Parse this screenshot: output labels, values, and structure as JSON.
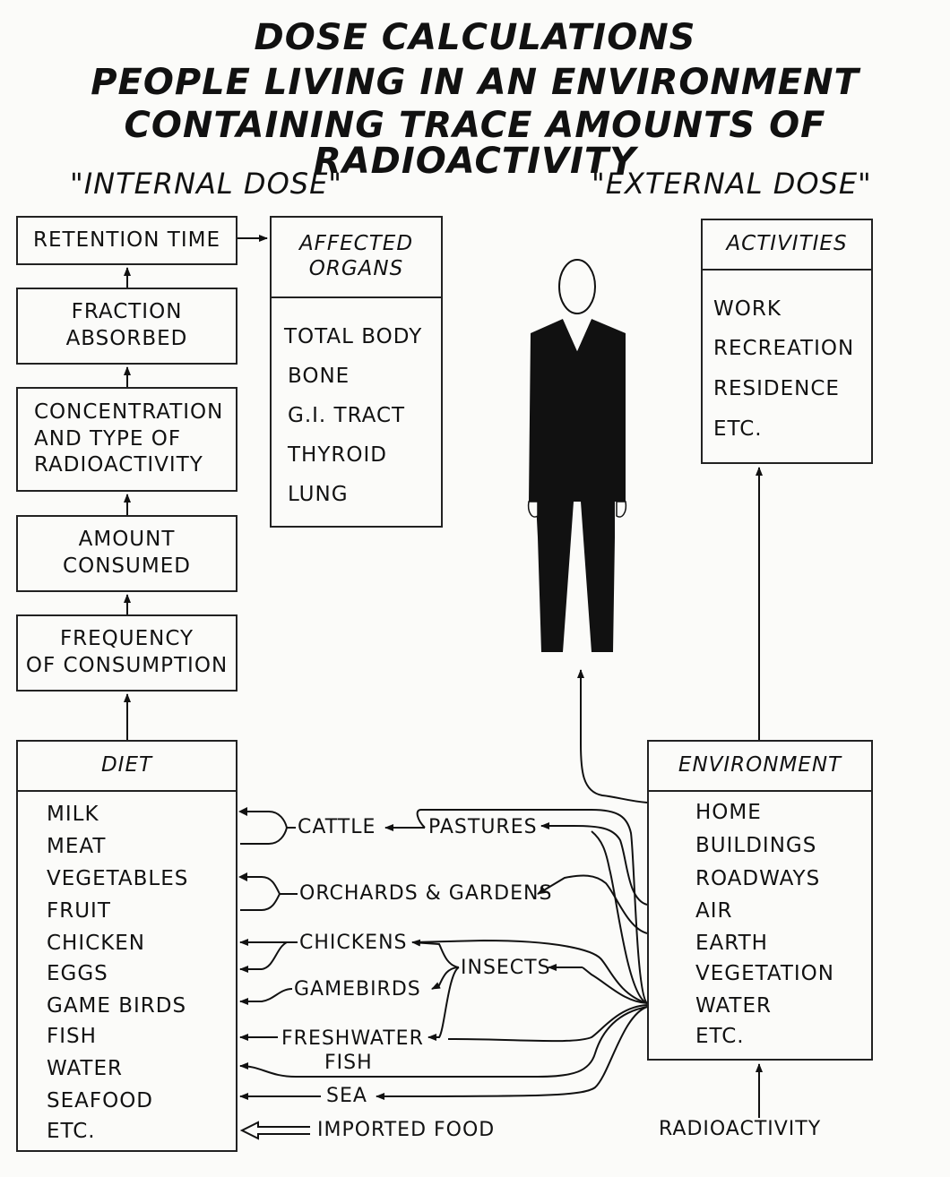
{
  "title": {
    "line1": "DOSE CALCULATIONS",
    "line2": "PEOPLE LIVING IN AN ENVIRONMENT",
    "line3": "CONTAINING TRACE AMOUNTS OF RADIOACTIVITY"
  },
  "internal_heading": "\"INTERNAL DOSE\"",
  "external_heading": "\"EXTERNAL DOSE\"",
  "chain": {
    "retention": "RETENTION TIME",
    "fraction_1": "FRACTION",
    "fraction_2": "ABSORBED",
    "concentration_1": "CONCENTRATION",
    "concentration_2": "AND TYPE OF",
    "concentration_3": "RADIOACTIVITY",
    "amount_1": "AMOUNT",
    "amount_2": "CONSUMED",
    "frequency_1": "FREQUENCY",
    "frequency_2": "OF CONSUMPTION"
  },
  "organs": {
    "header_1": "AFFECTED",
    "header_2": "ORGANS",
    "items": [
      "TOTAL BODY",
      "BONE",
      "G.I. TRACT",
      "THYROID",
      "LUNG"
    ]
  },
  "activities": {
    "header": "ACTIVITIES",
    "items": [
      "WORK",
      "RECREATION",
      "RESIDENCE",
      "ETC."
    ]
  },
  "diet": {
    "header": "DIET",
    "items": [
      "MILK",
      "MEAT",
      "VEGETABLES",
      "FRUIT",
      "CHICKEN",
      "EGGS",
      "GAME BIRDS",
      "FISH",
      "WATER",
      "SEAFOOD",
      "ETC."
    ]
  },
  "environment": {
    "header": "ENVIRONMENT",
    "items": [
      "HOME",
      "BUILDINGS",
      "ROADWAYS",
      "AIR",
      "EARTH",
      "VEGETATION",
      "WATER",
      "ETC."
    ]
  },
  "pathways": {
    "cattle": "CATTLE",
    "pastures": "PASTURES",
    "orchards": "ORCHARDS & GARDENS",
    "chickens": "CHICKENS",
    "insects": "INSECTS",
    "gamebirds": "GAMEBIRDS",
    "freshwater_1": "FRESHWATER",
    "freshwater_2": "FISH",
    "sea": "SEA",
    "imported": "IMPORTED FOOD"
  },
  "radioactivity": "RADIOACTIVITY",
  "colors": {
    "ink": "#111111",
    "paper": "#fbfbf9"
  }
}
